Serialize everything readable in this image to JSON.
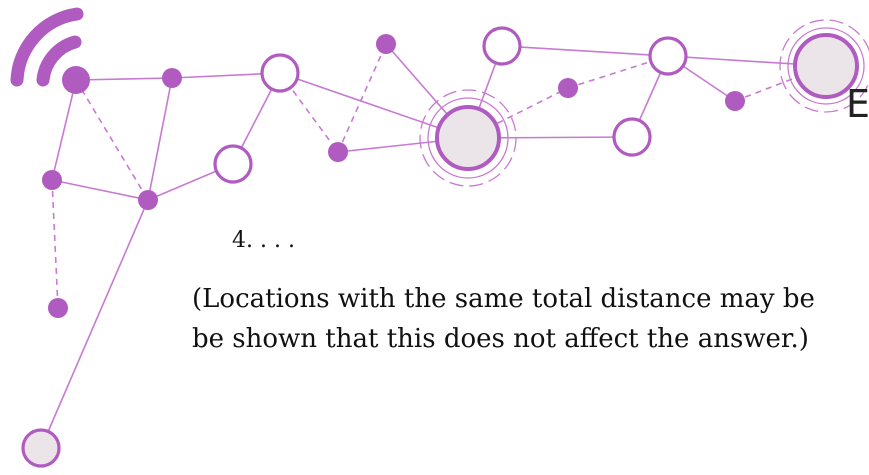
{
  "text": {
    "list_item": "4.  . . .",
    "note_line1": "(Locations with the same total distance may be",
    "note_line2": "be shown that this does not affect the answer.)",
    "edge_letter": "E"
  },
  "colors": {
    "accent": "#b05bc0",
    "line": "#c77ad1",
    "hub_fill": "#ebe5ea"
  },
  "icons": [
    "wifi-icon",
    "network-graph"
  ]
}
